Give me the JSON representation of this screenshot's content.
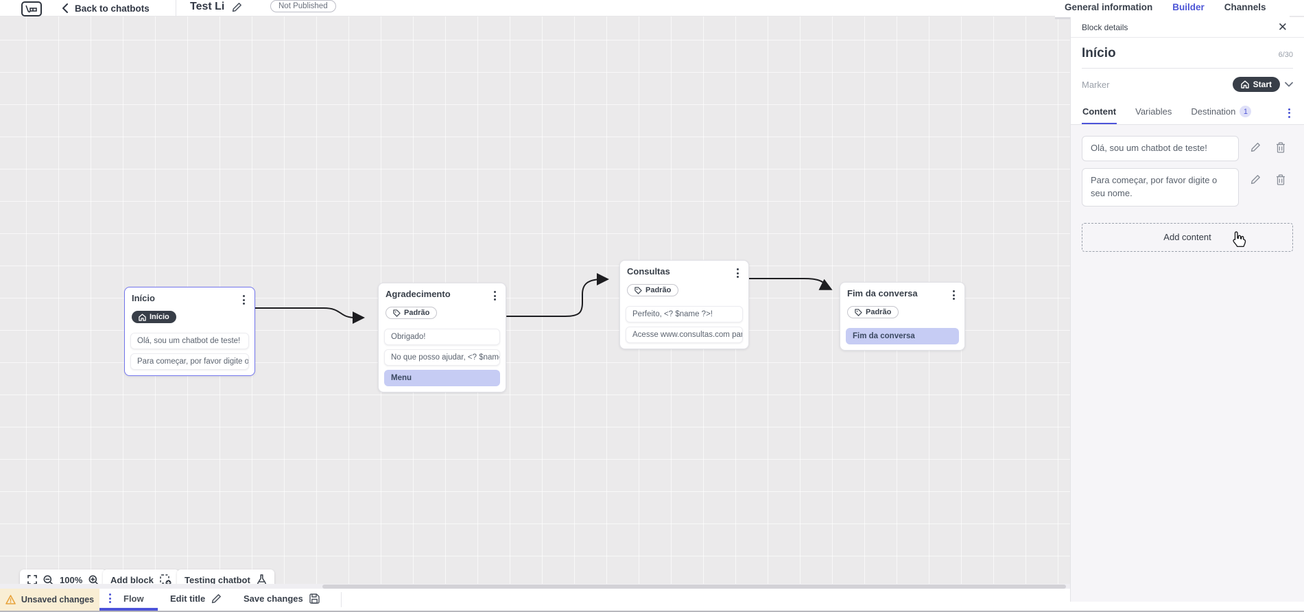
{
  "header": {
    "back_label": "Back to chatbots",
    "title": "Test Li",
    "status_badge": "Not Published",
    "tabs": [
      {
        "label": "General information",
        "active": false
      },
      {
        "label": "Builder",
        "active": true
      },
      {
        "label": "Channels",
        "active": false
      }
    ]
  },
  "panel": {
    "title": "Block details",
    "block_name": "Início",
    "char_counter": "6/30",
    "marker_label": "Marker",
    "marker_value": "Start",
    "tabs": [
      {
        "label": "Content",
        "active": true
      },
      {
        "label": "Variables",
        "active": false
      },
      {
        "label": "Destination",
        "active": false,
        "badge": "1"
      }
    ],
    "messages": [
      {
        "text": "Olá, sou um chatbot de teste!"
      },
      {
        "text": "Para começar, por favor digite o seu nome."
      }
    ],
    "add_content_label": "Add content"
  },
  "canvas": {
    "nodes": [
      {
        "title": "Início",
        "tag": "Início",
        "tag_style": "start",
        "items": [
          {
            "text": "Olá, sou um chatbot de teste!"
          },
          {
            "text": "Para começar, por favor digite o ..."
          }
        ]
      },
      {
        "title": "Agradecimento",
        "tag": "Padrão",
        "tag_style": "default",
        "items": [
          {
            "text": "Obrigado!"
          },
          {
            "text": "No que posso ajudar, <? $name ..."
          },
          {
            "text": "Menu",
            "highlight": true
          }
        ]
      },
      {
        "title": "Consultas",
        "tag": "Padrão",
        "tag_style": "default",
        "items": [
          {
            "text": "Perfeito, <? $name ?>!"
          },
          {
            "text": "Acesse www.consultas.com par..."
          }
        ]
      },
      {
        "title": "Fim da conversa",
        "tag": "Padrão",
        "tag_style": "default",
        "items": [
          {
            "text": "Fim da conversa",
            "highlight": true
          }
        ]
      }
    ],
    "controls": {
      "zoom_level": "100%",
      "add_block_label": "Add block",
      "testing_label": "Testing chatbot"
    }
  },
  "footer": {
    "unsaved_label": "Unsaved changes",
    "flow_tab_label": "Flow",
    "edit_title_label": "Edit title",
    "save_label": "Save changes"
  },
  "colors": {
    "accent": "#4c55d6",
    "dark_badge": "#383e48",
    "highlight_item": "#c6ccf4",
    "warning": "#e8a33d",
    "canvas_bg": "#ebeaeb",
    "panel_section_bg": "#f6f5f8"
  }
}
